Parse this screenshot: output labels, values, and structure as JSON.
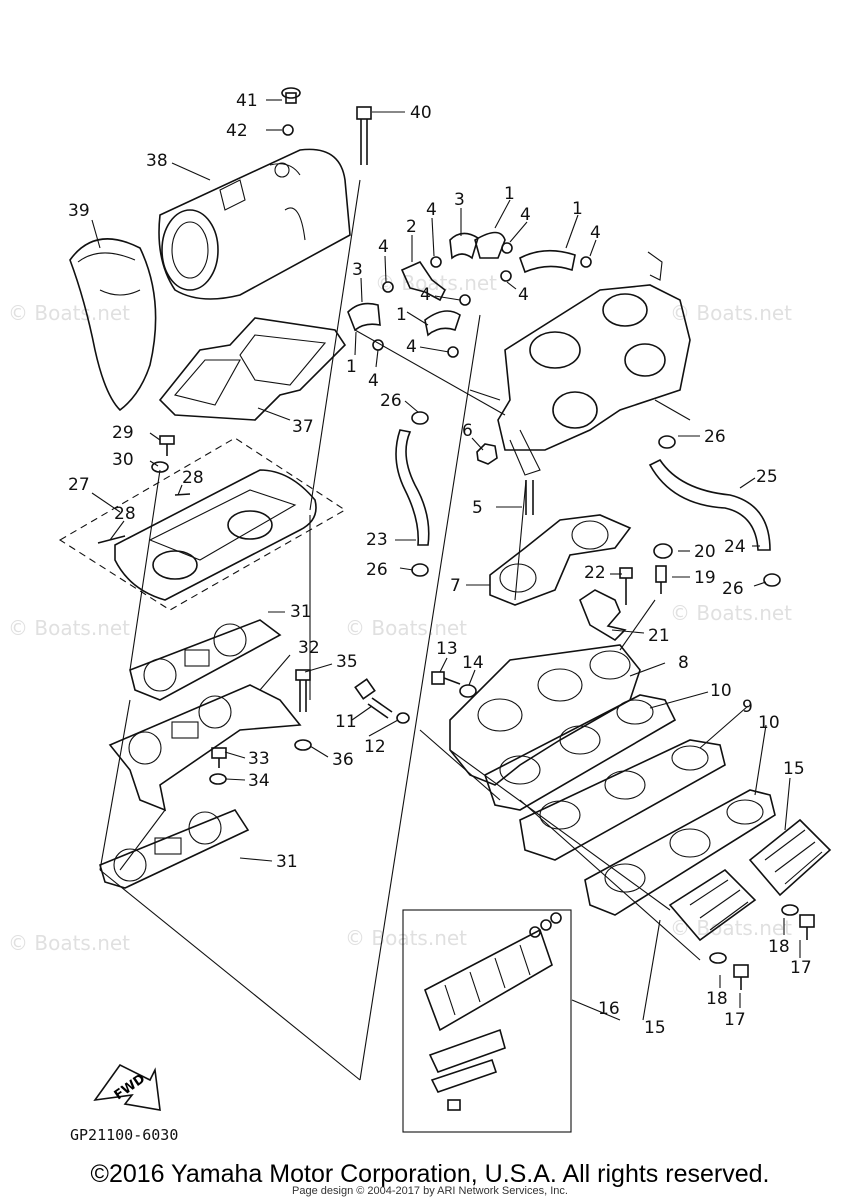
{
  "diagram": {
    "code": "GP21100-6030",
    "fwd_label": "FWD",
    "watermark": "© Boats.net",
    "callouts": [
      "1",
      "2",
      "3",
      "4",
      "5",
      "6",
      "7",
      "8",
      "9",
      "10",
      "11",
      "12",
      "13",
      "14",
      "15",
      "16",
      "17",
      "18",
      "19",
      "20",
      "21",
      "22",
      "23",
      "24",
      "25",
      "26",
      "27",
      "28",
      "29",
      "30",
      "31",
      "32",
      "33",
      "34",
      "35",
      "36",
      "37",
      "38",
      "39",
      "40",
      "41",
      "42"
    ]
  },
  "footer": {
    "copyright": "©2016 Yamaha Motor Corporation, U.S.A. All rights reserved.",
    "page_design": "Page design © 2004-2017 by ARI Network Services, Inc."
  }
}
